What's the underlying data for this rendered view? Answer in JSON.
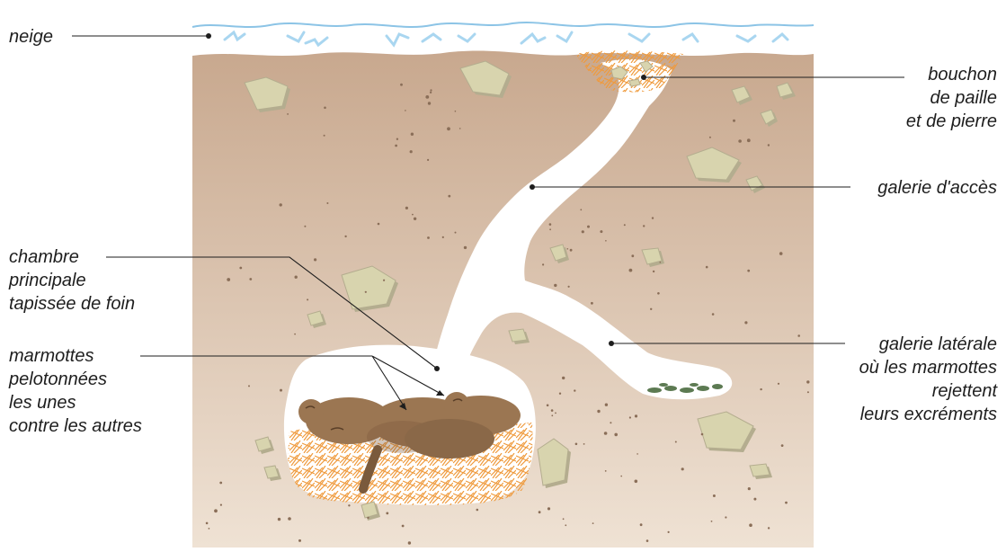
{
  "colors": {
    "soil_light": "#efe2d4",
    "soil_dark": "#c8a88e",
    "snow_line": "#8cc4e6",
    "snow_flake": "#a9d6f0",
    "stone": "#d8d4ae",
    "stone_shadow": "#b4ad8f",
    "hay": "#ef9a3c",
    "marmot": "#9b7652",
    "marmot_dark": "#7a5a3c",
    "droppings": "#5c7a52",
    "leader": "#1e1e1e"
  },
  "icons": {
    "marmot": "marmot-icon",
    "stone": "stone-icon",
    "hay": "hay-icon",
    "droppings": "droppings-icon"
  },
  "labels": {
    "neige": [
      "neige"
    ],
    "bouchon": [
      "bouchon",
      "de paille",
      "et de pierre"
    ],
    "galerie_acces": [
      "galerie d'accès"
    ],
    "chambre": [
      "chambre",
      "principale",
      "tapissée de foin"
    ],
    "marmottes": [
      "marmottes",
      "pelotonnées",
      "les unes",
      "contre les autres"
    ],
    "galerie_laterale": [
      "galerie latérale",
      "où les marmottes",
      "rejettent",
      "leurs excréments"
    ]
  }
}
